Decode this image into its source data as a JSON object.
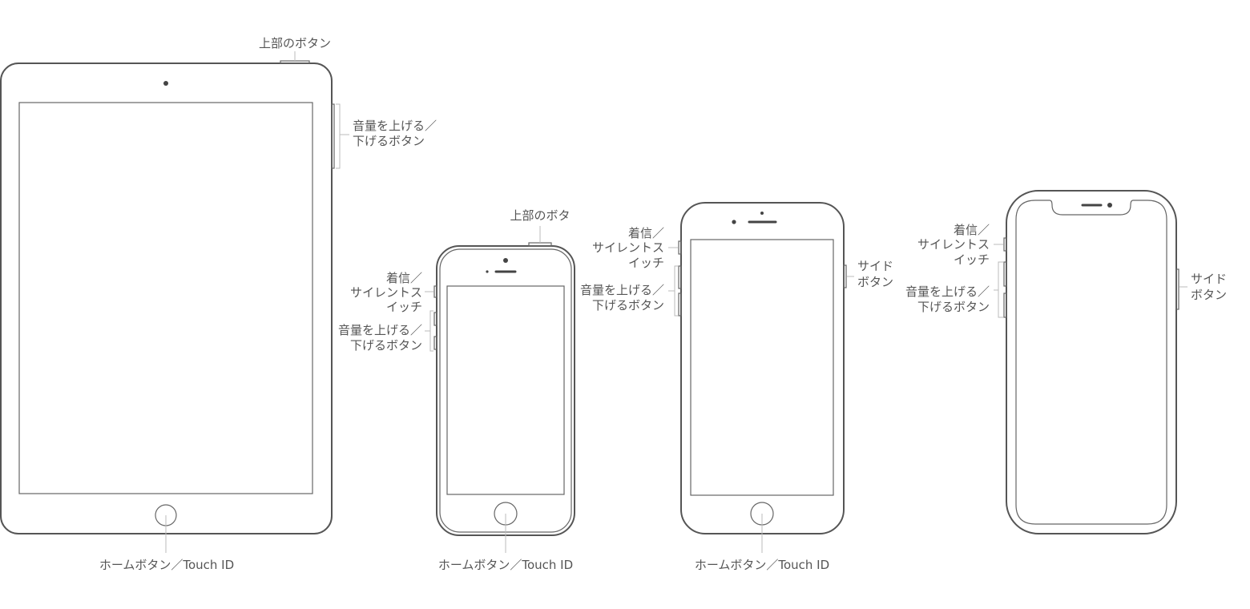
{
  "devices": {
    "ipad": {
      "top_button": "上部のボタン",
      "volume_line1": "音量を上げる／",
      "volume_line2": "下げるボタン",
      "home_button": "ホームボタン／Touch ID"
    },
    "iphone_se": {
      "top_button": "上部のボタ",
      "ring_line1": "着信／",
      "ring_line2": "サイレントス",
      "ring_line3": "イッチ",
      "volume_line1": "音量を上げる／",
      "volume_line2": "下げるボタン",
      "home_button": "ホームボタン／Touch ID"
    },
    "iphone_8": {
      "ring_line1": "着信／",
      "ring_line2": "サイレントス",
      "ring_line3": "イッチ",
      "volume_line1": "音量を上げる／",
      "volume_line2": "下げるボタン",
      "side_line1": "サイド",
      "side_line2": "ボタン",
      "home_button": "ホームボタン／Touch ID"
    },
    "iphone_x": {
      "ring_line1": "着信／",
      "ring_line2": "サイレントス",
      "ring_line3": "イッチ",
      "volume_line1": "音量を上げる／",
      "volume_line2": "下げるボタン",
      "side_line1": "サイド",
      "side_line2": "ボタン"
    }
  }
}
